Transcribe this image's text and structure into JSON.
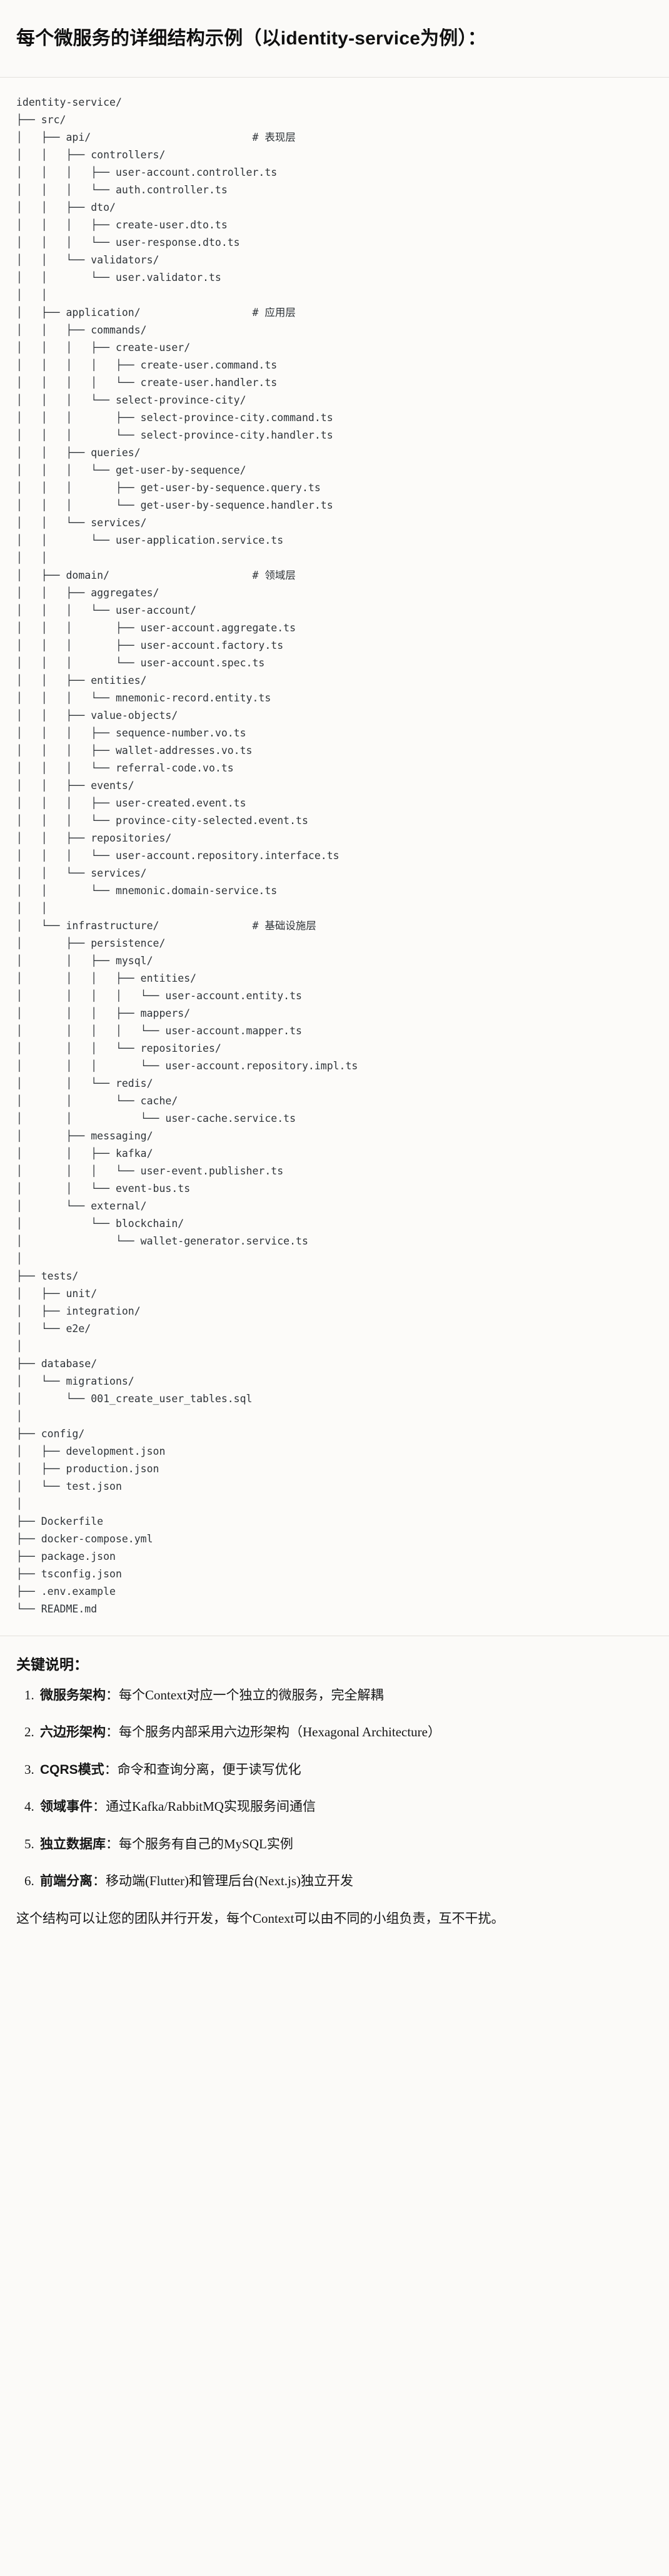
{
  "header": {
    "title": "每个微服务的详细结构示例（以identity-service为例）："
  },
  "tree": {
    "root": "identity-service/",
    "text": "identity-service/\n├── src/\n│   ├── api/                          # 表现层\n│   │   ├── controllers/\n│   │   │   ├── user-account.controller.ts\n│   │   │   └── auth.controller.ts\n│   │   ├── dto/\n│   │   │   ├── create-user.dto.ts\n│   │   │   └── user-response.dto.ts\n│   │   └── validators/\n│   │       └── user.validator.ts\n│   │\n│   ├── application/                  # 应用层\n│   │   ├── commands/\n│   │   │   ├── create-user/\n│   │   │   │   ├── create-user.command.ts\n│   │   │   │   └── create-user.handler.ts\n│   │   │   └── select-province-city/\n│   │   │       ├── select-province-city.command.ts\n│   │   │       └── select-province-city.handler.ts\n│   │   ├── queries/\n│   │   │   └── get-user-by-sequence/\n│   │   │       ├── get-user-by-sequence.query.ts\n│   │   │       └── get-user-by-sequence.handler.ts\n│   │   └── services/\n│   │       └── user-application.service.ts\n│   │\n│   ├── domain/                       # 领域层\n│   │   ├── aggregates/\n│   │   │   └── user-account/\n│   │   │       ├── user-account.aggregate.ts\n│   │   │       ├── user-account.factory.ts\n│   │   │       └── user-account.spec.ts\n│   │   ├── entities/\n│   │   │   └── mnemonic-record.entity.ts\n│   │   ├── value-objects/\n│   │   │   ├── sequence-number.vo.ts\n│   │   │   ├── wallet-addresses.vo.ts\n│   │   │   └── referral-code.vo.ts\n│   │   ├── events/\n│   │   │   ├── user-created.event.ts\n│   │   │   └── province-city-selected.event.ts\n│   │   ├── repositories/\n│   │   │   └── user-account.repository.interface.ts\n│   │   └── services/\n│   │       └── mnemonic.domain-service.ts\n│   │\n│   └── infrastructure/               # 基础设施层\n│       ├── persistence/\n│       │   ├── mysql/\n│       │   │   ├── entities/\n│       │   │   │   └── user-account.entity.ts\n│       │   │   ├── mappers/\n│       │   │   │   └── user-account.mapper.ts\n│       │   │   └── repositories/\n│       │   │       └── user-account.repository.impl.ts\n│       │   └── redis/\n│       │       └── cache/\n│       │           └── user-cache.service.ts\n│       ├── messaging/\n│       │   ├── kafka/\n│       │   │   └── user-event.publisher.ts\n│       │   └── event-bus.ts\n│       └── external/\n│           └── blockchain/\n│               └── wallet-generator.service.ts\n│\n├── tests/\n│   ├── unit/\n│   ├── integration/\n│   └── e2e/\n│\n├── database/\n│   └── migrations/\n│       └── 001_create_user_tables.sql\n│\n├── config/\n│   ├── development.json\n│   ├── production.json\n│   └── test.json\n│\n├── Dockerfile\n├── docker-compose.yml\n├── package.json\n├── tsconfig.json\n├── .env.example\n└── README.md",
    "comments": [
      "# 表现层",
      "# 应用层",
      "# 领域层",
      "# 基础设施层"
    ]
  },
  "notes": {
    "title": "关键说明：",
    "items": [
      {
        "term": "微服务架构",
        "sep": "：",
        "desc": "每个Context对应一个独立的微服务，完全解耦"
      },
      {
        "term": "六边形架构",
        "sep": "：",
        "desc": "每个服务内部采用六边形架构（Hexagonal Architecture）"
      },
      {
        "term": "CQRS模式",
        "sep": "：",
        "desc": "命令和查询分离，便于读写优化"
      },
      {
        "term": "领域事件",
        "sep": "：",
        "desc": "通过Kafka/RabbitMQ实现服务间通信"
      },
      {
        "term": "独立数据库",
        "sep": "：",
        "desc": "每个服务有自己的MySQL实例"
      },
      {
        "term": "前端分离",
        "sep": "：",
        "desc": "移动端(Flutter)和管理后台(Next.js)独立开发"
      }
    ],
    "closing": "这个结构可以让您的团队并行开发，每个Context可以由不同的小组负责，互不干扰。"
  }
}
